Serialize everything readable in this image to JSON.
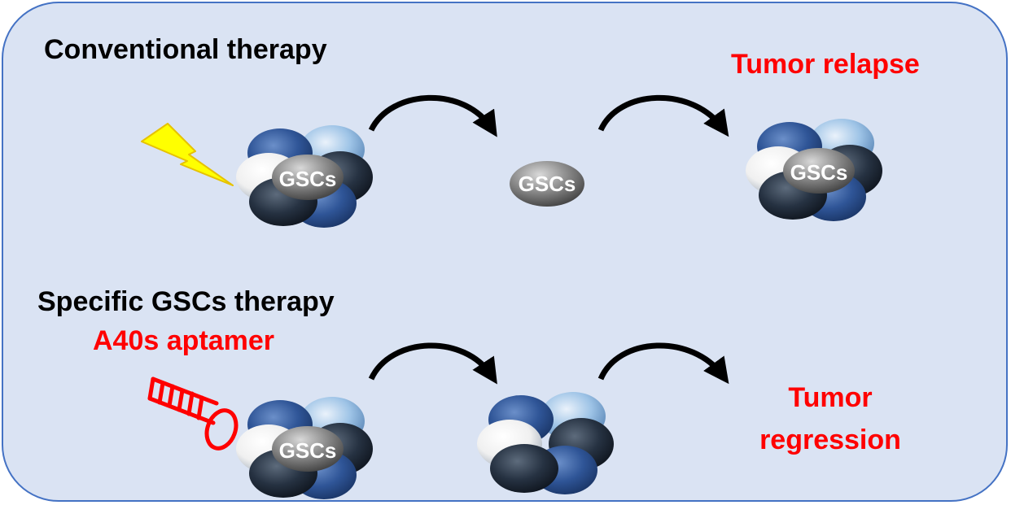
{
  "row_top": {
    "title": "Conventional therapy",
    "result": "Tumor relapse",
    "stage_labels": [
      "GSCs",
      "GSCs",
      "GSCs"
    ]
  },
  "row_bottom": {
    "title": "Specific GSCs therapy",
    "treatment": "A40s aptamer",
    "result_line1": "Tumor",
    "result_line2": "regression",
    "stage_labels": [
      "GSCs"
    ]
  },
  "colors": {
    "panel_bg": "#dae3f3",
    "panel_border": "#4472c4",
    "result_text": "#ff0000",
    "lightning": "#ffff00",
    "aptamer": "#ff0000",
    "cell_dark_blue": "#2f5597",
    "cell_light_blue": "#9dc3e6",
    "cell_black": "#1f2a37",
    "cell_white": "#f2f2f2",
    "gsc_gray": "#808080"
  },
  "icons": [
    "lightning-icon",
    "aptamer-icon",
    "arrow-icon"
  ]
}
